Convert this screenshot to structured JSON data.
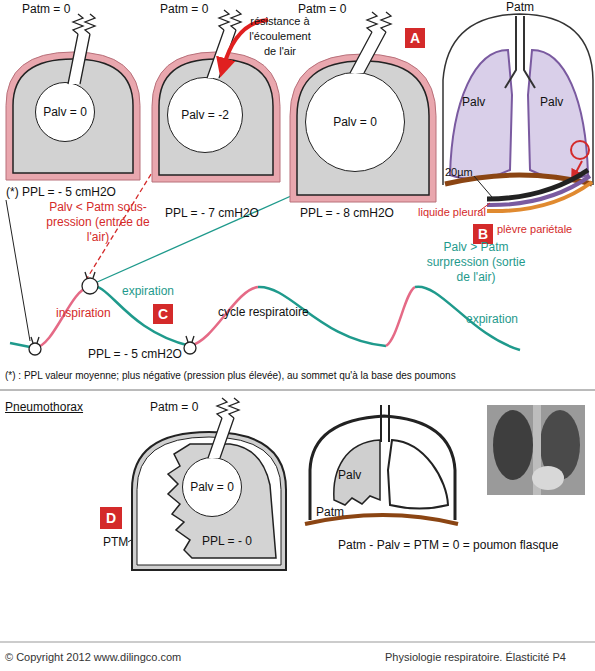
{
  "diagram": {
    "nodes": [
      {
        "text": [
          "(*) PPL = - 5 cmH2O"
        ]
      },
      {
        "text": [
          "Palv = 0"
        ],
        "in": 0
      },
      {
        "text": [
          "PPL = - 7 cmH2O"
        ]
      },
      {
        "text": [
          "Palv = -2"
        ],
        "in": 2
      },
      {
        "text": [
          "PPL = - 8 cmH2O"
        ]
      },
      {
        "text": [
          "Palv = 0"
        ],
        "in": 4
      },
      {
        "text": [
          "A"
        ]
      },
      {
        "text": [
          "B"
        ]
      },
      {
        "text": [
          "C"
        ]
      },
      {
        "text": [
          "PPL = - 0"
        ]
      },
      {
        "text": [
          "Palv = 0"
        ],
        "in": 9
      },
      {
        "text": [
          "D"
        ]
      }
    ],
    "labels": [
      "Patm = 0",
      "Patm = 0",
      "Patm = 0",
      "résistance à l'écoulement de l'air",
      "Patm",
      "Palv",
      "Palv",
      "20µm",
      "liquide pleural",
      "plèvre pariétale",
      "Palv < Patm sous-pression (entrée de l'air)",
      "inspiration",
      "expiration",
      "cycle respiratoire",
      "Palv > Patm surpression (sortie de l'air)",
      "expiration",
      "PPL = - 5 cmH2O",
      "(*) : PPL valeur moyenne; plus négative (pression plus élevée), au sommet qu'à la base des poumons",
      "Pneumothorax",
      "Patm = 0",
      "PTM",
      "Palv",
      "Patm",
      "Patm - Palv = PTM = 0 = poumon flasque",
      "© Copyright 2012 www.dilingco.com",
      "Physiologie respiratoire. Élasticité P4"
    ]
  }
}
